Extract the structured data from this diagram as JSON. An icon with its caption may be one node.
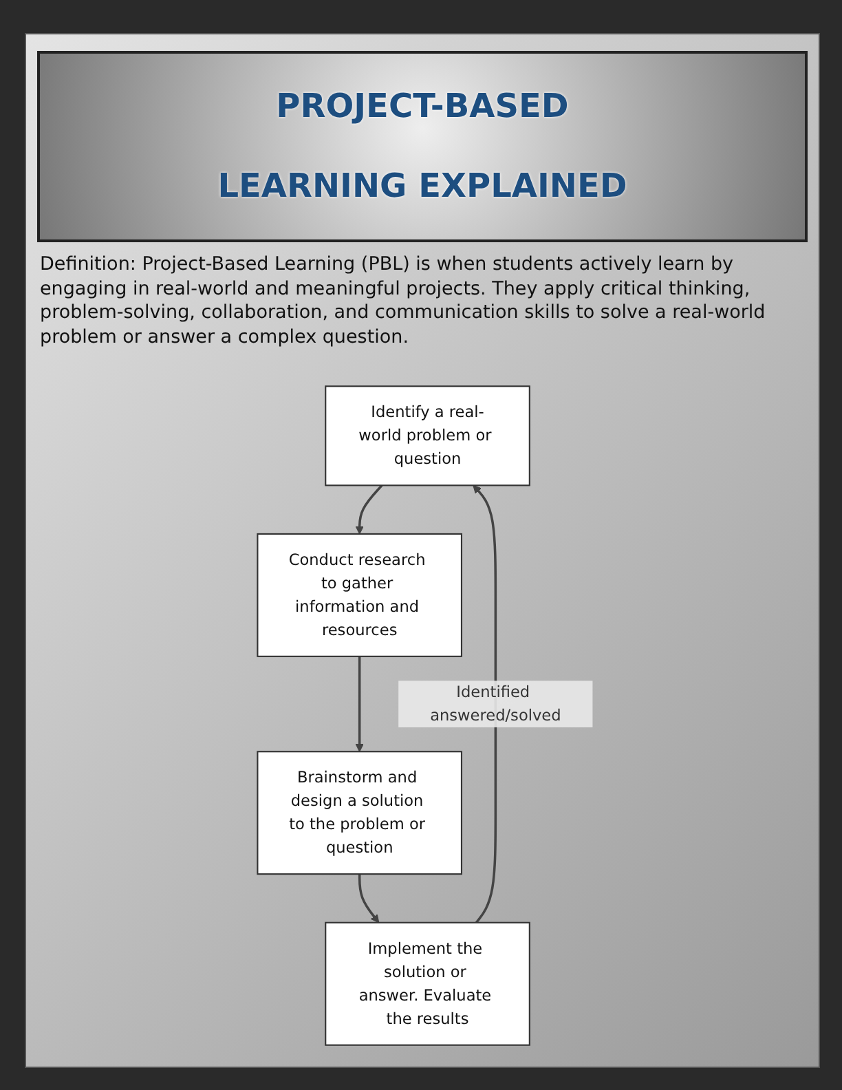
{
  "diagram": {
    "title": "PROJECT-BASED LEARNING EXPLAINED",
    "nodes": [
      {
        "text": [
          "Identify a real-world problem or question"
        ]
      },
      {
        "text": [
          "Conduct research to gather information and resources"
        ]
      },
      {
        "text": [
          "Brainstorm and design a solution to the problem or question"
        ]
      },
      {
        "text": [
          "Implement the solution or answer. Evaluate the results"
        ]
      }
    ],
    "edges": [
      {
        "from": 0,
        "to": 1,
        "arrow": "to"
      },
      {
        "from": 1,
        "to": 2,
        "arrow": "to"
      },
      {
        "from": 2,
        "to": 3,
        "arrow": "to"
      },
      {
        "from": 3,
        "to": 0,
        "arrow": "to",
        "label": "Identified answered/solved"
      }
    ],
    "labels": [
      "Definition:  Project-Based Learning (PBL) is when students actively learn by engaging in real-world and meaningful projects. They apply critical thinking, problem-solving, collaboration, and communication skills to solve a real-world problem or answer a complex question."
    ]
  }
}
